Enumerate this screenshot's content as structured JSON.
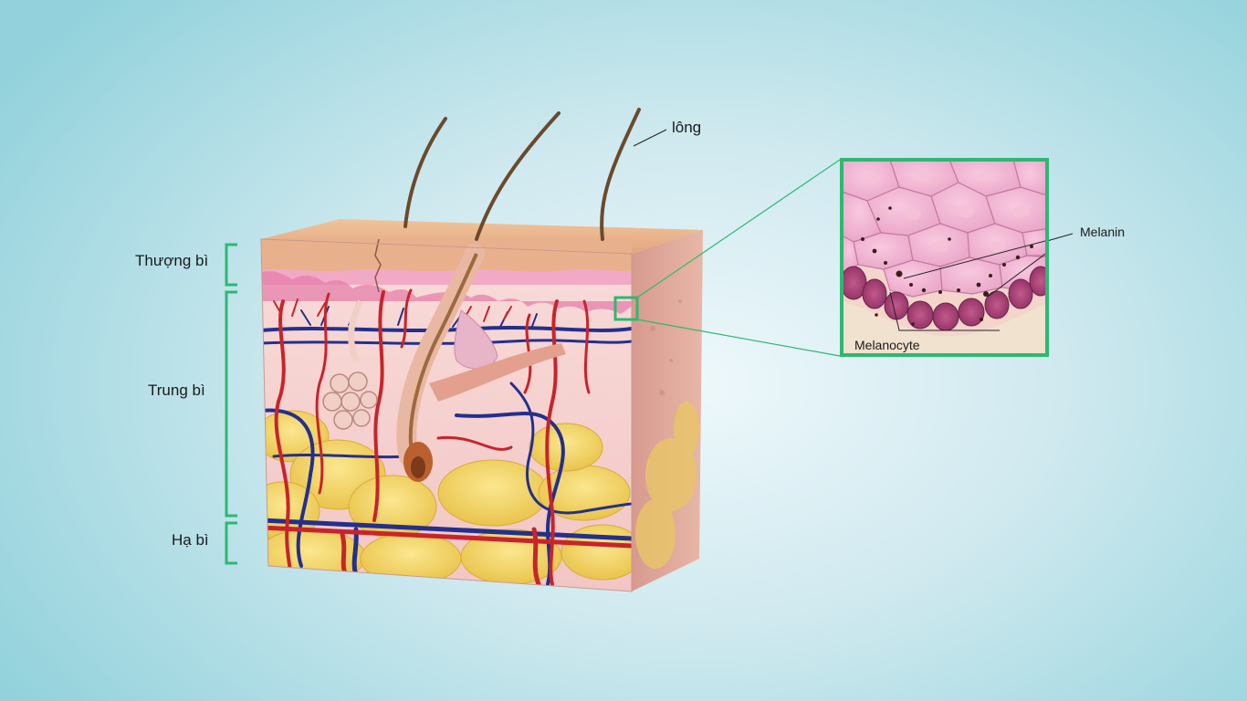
{
  "labels": {
    "hair": "lông",
    "epidermis": "Thượng bì",
    "dermis": "Trung bì",
    "hypodermis": "Hạ bì",
    "melanin": "Melanin",
    "melanocyte": "Melanocyte"
  },
  "colors": {
    "bracket": "#2eb872",
    "zoom_frame": "#2eb872",
    "artery": "#c8242b",
    "vein": "#23308c",
    "fat": "#f2d25a",
    "dermis": "#f5d0cd",
    "epidermis": "#e2a57d",
    "hair": "#6b4a2c"
  }
}
